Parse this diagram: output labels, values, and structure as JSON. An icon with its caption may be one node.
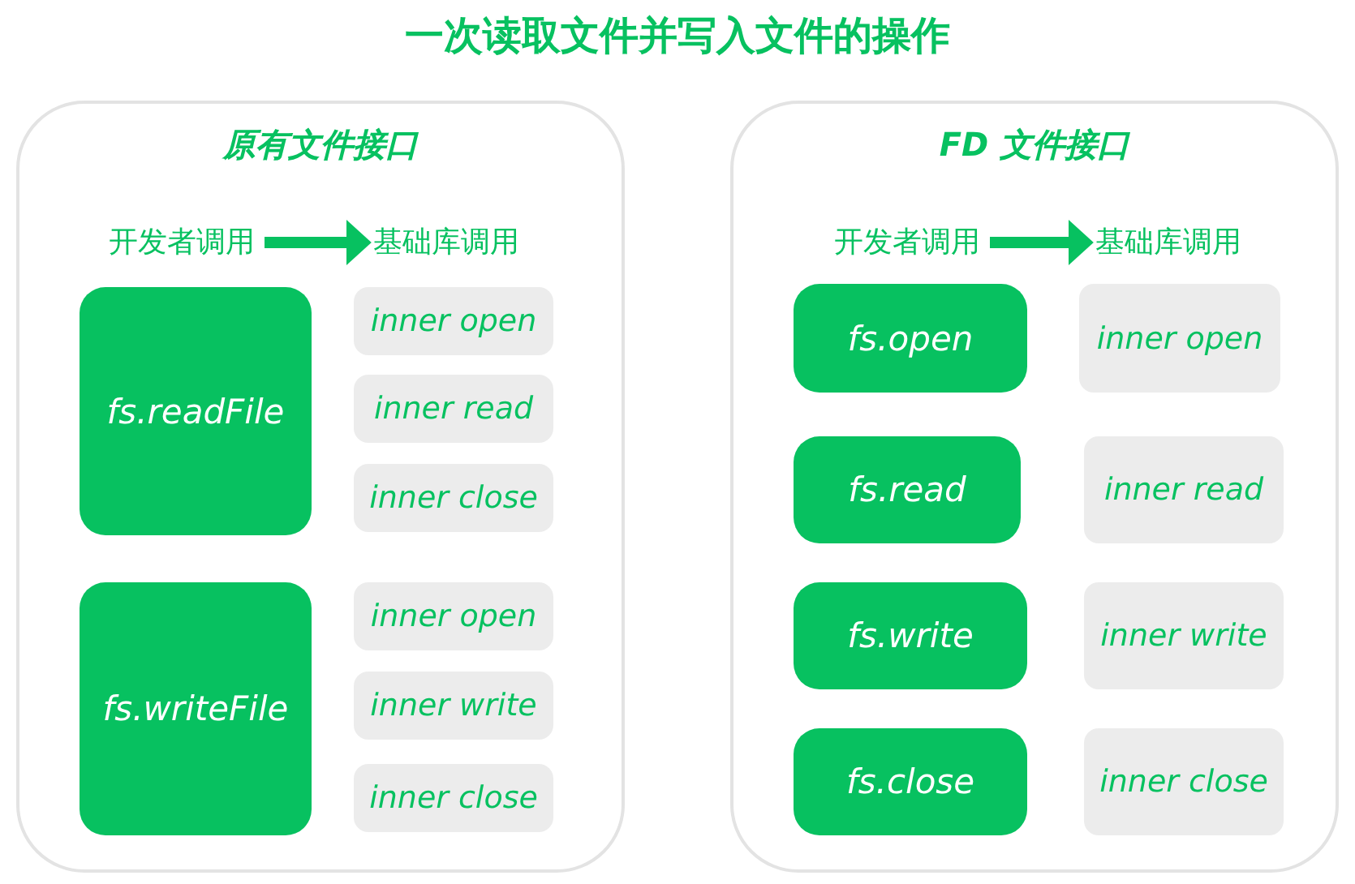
{
  "diagram": {
    "title": "一次读取文件并写入文件的操作",
    "nodes": [
      {
        "text": [
          "原有文件接口"
        ]
      },
      {
        "text": [
          "开发者调用"
        ],
        "in": 0
      },
      {
        "text": [
          "基础库调用"
        ],
        "in": 0
      },
      {
        "text": [
          "fs.readFile"
        ],
        "in": 0
      },
      {
        "text": [
          "inner open"
        ],
        "in": 0
      },
      {
        "text": [
          "inner read"
        ],
        "in": 0
      },
      {
        "text": [
          "inner close"
        ],
        "in": 0
      },
      {
        "text": [
          "fs.writeFile"
        ],
        "in": 0
      },
      {
        "text": [
          "inner open"
        ],
        "in": 0
      },
      {
        "text": [
          "inner write"
        ],
        "in": 0
      },
      {
        "text": [
          "inner close"
        ],
        "in": 0
      },
      {
        "text": [
          "FD 文件接口"
        ]
      },
      {
        "text": [
          "开发者调用"
        ],
        "in": 11
      },
      {
        "text": [
          "基础库调用"
        ],
        "in": 11
      },
      {
        "text": [
          "fs.open"
        ],
        "in": 11
      },
      {
        "text": [
          "inner open"
        ],
        "in": 11
      },
      {
        "text": [
          "fs.read"
        ],
        "in": 11
      },
      {
        "text": [
          "inner read"
        ],
        "in": 11
      },
      {
        "text": [
          "fs.write"
        ],
        "in": 11
      },
      {
        "text": [
          "inner write"
        ],
        "in": 11
      },
      {
        "text": [
          "fs.close"
        ],
        "in": 11
      },
      {
        "text": [
          "inner close"
        ],
        "in": 11
      }
    ],
    "edges": [
      {
        "from": 1,
        "to": 2,
        "arrow": "to"
      },
      {
        "from": 12,
        "to": 13,
        "arrow": "to"
      }
    ]
  }
}
